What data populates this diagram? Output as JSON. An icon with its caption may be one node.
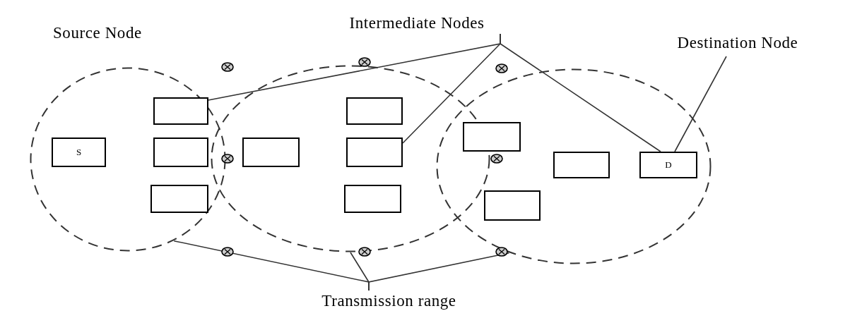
{
  "diagram": {
    "nodes": [
      {
        "text": [
          "Intermediate Nodes"
        ]
      },
      {
        "text": [
          "Destination Node"
        ]
      },
      {
        "text": [
          "Transmission range"
        ]
      },
      {
        "text": [],
        "shape": "circle"
      },
      {
        "text": [],
        "shape": "circle"
      },
      {
        "text": [],
        "shape": "circle"
      },
      {
        "text": [
          "S"
        ],
        "in": 3
      },
      {
        "text": [],
        "shape": "box",
        "in": 3
      },
      {
        "text": [],
        "shape": "box",
        "in": 3
      },
      {
        "text": [],
        "shape": "box",
        "in": 3
      },
      {
        "text": [],
        "shape": "box",
        "in": 4
      },
      {
        "text": [],
        "shape": "box",
        "in": 4
      },
      {
        "text": [],
        "shape": "box",
        "in": 4
      },
      {
        "text": [],
        "shape": "box",
        "in": 4
      },
      {
        "text": [],
        "shape": "box",
        "in": 5
      },
      {
        "text": [],
        "shape": "box",
        "in": 5
      },
      {
        "text": [],
        "shape": "box",
        "in": 5
      },
      {
        "text": [
          "D"
        ],
        "in": 5
      }
    ],
    "edges": [
      {
        "from": 0,
        "to": 7,
        "arrow": "none"
      },
      {
        "from": 0,
        "to": 12,
        "arrow": "none"
      },
      {
        "from": 0,
        "to": 17,
        "arrow": "none"
      },
      {
        "from": 1,
        "to": 17,
        "arrow": "none"
      },
      {
        "from": 2,
        "to": 3,
        "arrow": "none"
      },
      {
        "from": 2,
        "to": 4,
        "arrow": "none"
      },
      {
        "from": 2,
        "to": 5,
        "arrow": "none"
      }
    ],
    "labels": [
      "Source Node"
    ]
  }
}
